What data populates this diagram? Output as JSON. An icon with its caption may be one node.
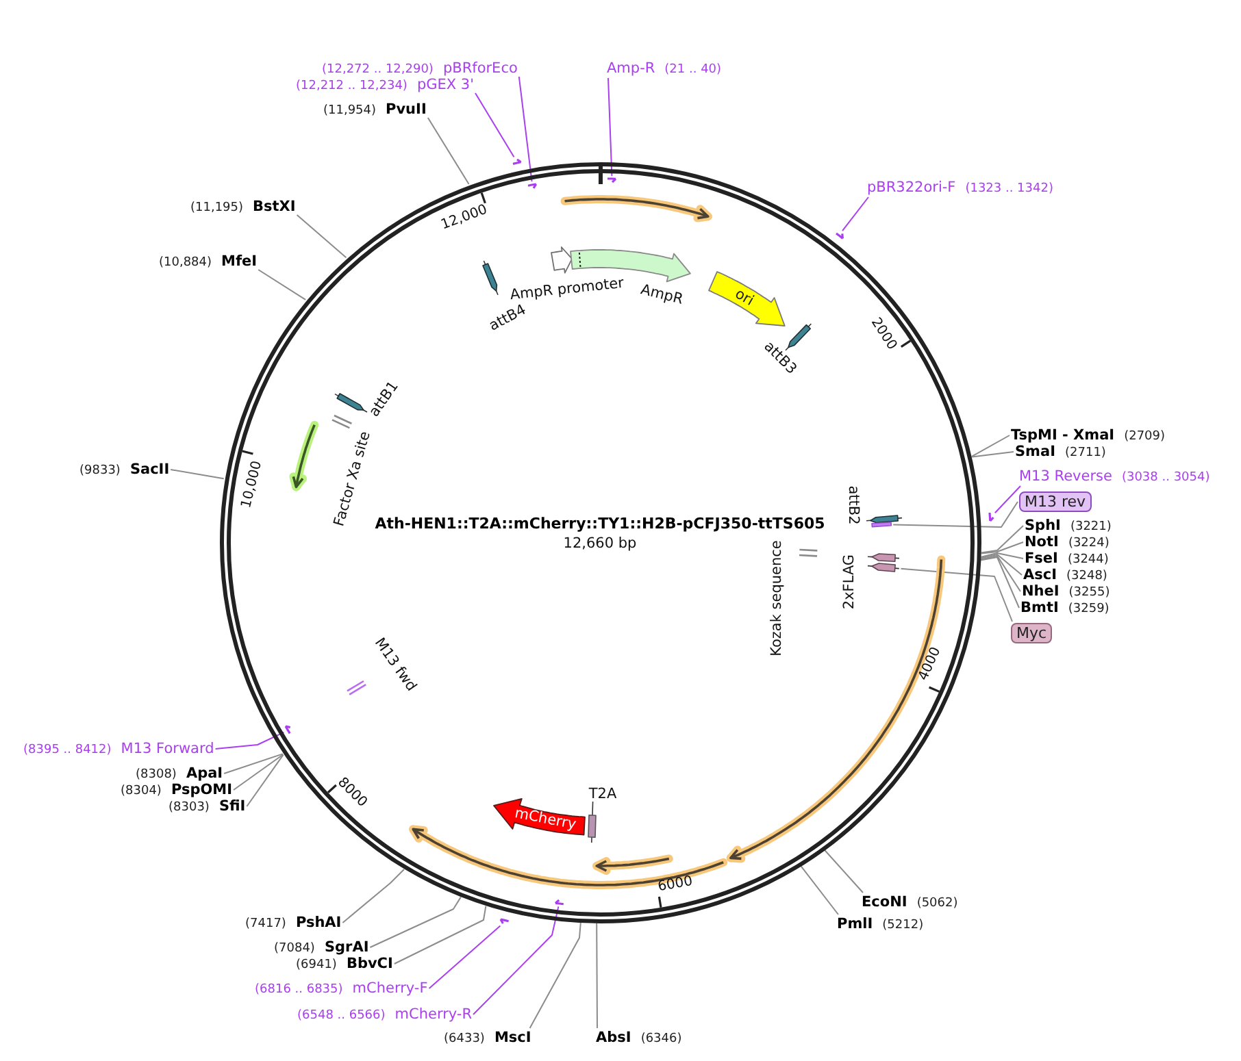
{
  "diagram": {
    "nodes": [
      {
        "text": [
          "Ath-HEN1::T2A::mCherry::TY1::H2B-pCFJ350-ttTS605",
          "12,660 bp"
        ]
      },
      {
        "text": [],
        "shape": "arrow",
        "beside": [
          "AmpR promoter"
        ],
        "in": 0
      },
      {
        "text": [],
        "shape": "arrow",
        "beside": [
          "AmpR"
        ],
        "in": 0
      },
      {
        "text": [],
        "shape": "arrow",
        "beside": [
          "attB4"
        ],
        "in": 0
      },
      {
        "text": [
          "ori"
        ],
        "in": 0
      },
      {
        "text": [],
        "shape": "arrow",
        "beside": [
          "attB3"
        ],
        "in": 0
      },
      {
        "text": [],
        "shape": "arrow",
        "beside": [
          "attB1"
        ],
        "in": 0
      },
      {
        "text": [],
        "shape": "bar",
        "beside": [
          "Factor Xa site"
        ],
        "in": 0
      },
      {
        "text": [],
        "shape": "arrow",
        "beside": [
          "attB2"
        ],
        "in": 0
      },
      {
        "text": [],
        "shape": "bar",
        "in": 0
      },
      {
        "text": [],
        "shape": "bar",
        "beside": [
          "Kozak sequence"
        ],
        "in": 0
      },
      {
        "text": [],
        "shape": "arrow",
        "beside": [
          "2xFLAG"
        ],
        "in": 0
      },
      {
        "text": [],
        "shape": "arrow",
        "in": 0
      },
      {
        "text": [],
        "shape": "bar",
        "beside": [
          "M13 fwd"
        ],
        "in": 0
      },
      {
        "text": [],
        "shape": "box",
        "beside": [
          "T2A"
        ],
        "in": 0
      },
      {
        "text": [
          "mCherry"
        ],
        "in": 0
      },
      {
        "text": [
          "(12,272 .. 12,290)",
          "pBRforEco"
        ]
      },
      {
        "text": [],
        "shape": "arrow",
        "in": 0
      },
      {
        "text": [
          "Amp-R",
          "(21 .. 40)"
        ]
      },
      {
        "text": [],
        "shape": "arrow",
        "in": 0
      },
      {
        "text": [
          "(12,212 .. 12,234)",
          "pGEX 3'"
        ]
      },
      {
        "text": [],
        "shape": "arrow"
      },
      {
        "text": [
          "(11,954)",
          "PvuII"
        ]
      },
      {
        "text": [
          "pBR322ori-F",
          "(1323 .. 1342)"
        ]
      },
      {
        "text": [],
        "shape": "arrow"
      },
      {
        "text": [
          "(11,195)",
          "BstXI"
        ]
      },
      {
        "text": [
          "(10,884)",
          "MfeI"
        ]
      },
      {
        "text": [
          "TspMI - XmaI",
          "(2709)"
        ]
      },
      {
        "text": [
          "SmaI",
          "(2711)"
        ]
      },
      {
        "text": [
          "(9833)",
          "SacII"
        ]
      },
      {
        "text": [
          "M13 Reverse",
          "(3038 .. 3054)"
        ]
      },
      {
        "text": [],
        "shape": "arrow"
      },
      {
        "text": [
          "M13 rev"
        ]
      },
      {
        "text": [
          "SphI",
          "(3221)"
        ]
      },
      {
        "text": [
          "NotI",
          "(3224)"
        ]
      },
      {
        "text": [
          "FseI",
          "(3244)"
        ]
      },
      {
        "text": [
          "AscI",
          "(3248)"
        ]
      },
      {
        "text": [
          "NheI",
          "(3255)"
        ]
      },
      {
        "text": [
          "BmtI",
          "(3259)"
        ]
      },
      {
        "text": [
          "Myc"
        ]
      },
      {
        "text": [
          "(8395 .. 8412)",
          "M13 Forward"
        ]
      },
      {
        "text": [],
        "shape": "arrow",
        "in": 0
      },
      {
        "text": [
          "(8308)",
          "ApaI"
        ]
      },
      {
        "text": [
          "(8304)",
          "PspOMI"
        ]
      },
      {
        "text": [
          "(8303)",
          "SfiI"
        ]
      },
      {
        "text": [
          "EcoNI",
          "(5062)"
        ]
      },
      {
        "text": [
          "(7417)",
          "PshAI"
        ]
      },
      {
        "text": [
          "PmlI",
          "(5212)"
        ]
      },
      {
        "text": [
          "(7084)",
          "SgrAI"
        ]
      },
      {
        "text": [
          "(6941)",
          "BbvCI"
        ]
      },
      {
        "text": [
          "(6816 .. 6835)",
          "mCherry-F"
        ]
      },
      {
        "text": [],
        "shape": "arrow"
      },
      {
        "text": [
          "(6548 .. 6566)",
          "mCherry-R"
        ]
      },
      {
        "text": [],
        "shape": "arrow",
        "in": 0
      },
      {
        "text": [
          "(6433)",
          "MscI"
        ]
      },
      {
        "text": [
          "AbsI",
          "(6346)"
        ]
      }
    ],
    "edges": [
      {
        "from": 16,
        "to": 17,
        "arrow": "none",
        "color": "#a93ff0"
      },
      {
        "from": 18,
        "to": 19,
        "arrow": "none",
        "color": "#a93ff0"
      },
      {
        "from": 20,
        "to": 21,
        "arrow": "none",
        "color": "#a93ff0"
      },
      {
        "from": 22,
        "to": 0,
        "arrow": "none"
      },
      {
        "from": 23,
        "to": 24,
        "arrow": "none",
        "color": "#a93ff0"
      },
      {
        "from": 25,
        "to": 0,
        "arrow": "none"
      },
      {
        "from": 26,
        "to": 0,
        "arrow": "none"
      },
      {
        "from": 27,
        "to": 0,
        "arrow": "none"
      },
      {
        "from": 28,
        "to": 0,
        "arrow": "none"
      },
      {
        "from": 29,
        "to": 0,
        "arrow": "none"
      },
      {
        "from": 30,
        "to": 31,
        "arrow": "none",
        "color": "#a93ff0"
      },
      {
        "from": 32,
        "to": 9,
        "arrow": "none"
      },
      {
        "from": 33,
        "to": 0,
        "arrow": "none"
      },
      {
        "from": 34,
        "to": 0,
        "arrow": "none"
      },
      {
        "from": 35,
        "to": 0,
        "arrow": "none"
      },
      {
        "from": 36,
        "to": 0,
        "arrow": "none"
      },
      {
        "from": 37,
        "to": 0,
        "arrow": "none"
      },
      {
        "from": 38,
        "to": 0,
        "arrow": "none"
      },
      {
        "from": 39,
        "to": 12,
        "arrow": "none"
      },
      {
        "from": 40,
        "to": 41,
        "arrow": "none",
        "color": "#a93ff0"
      },
      {
        "from": 42,
        "to": 0,
        "arrow": "none"
      },
      {
        "from": 43,
        "to": 0,
        "arrow": "none"
      },
      {
        "from": 44,
        "to": 0,
        "arrow": "none"
      },
      {
        "from": 45,
        "to": 0,
        "arrow": "none"
      },
      {
        "from": 46,
        "to": 0,
        "arrow": "none"
      },
      {
        "from": 47,
        "to": 0,
        "arrow": "none"
      },
      {
        "from": 48,
        "to": 0,
        "arrow": "none"
      },
      {
        "from": 49,
        "to": 0,
        "arrow": "none"
      },
      {
        "from": 50,
        "to": 51,
        "arrow": "none",
        "color": "#a93ff0"
      },
      {
        "from": 52,
        "to": 53,
        "arrow": "none",
        "color": "#a93ff0"
      },
      {
        "from": 54,
        "to": 0,
        "arrow": "none"
      },
      {
        "from": 55,
        "to": 0,
        "arrow": "none"
      }
    ],
    "labels": [
      "12,000",
      "2000",
      "10,000",
      "4000",
      "8000",
      "6000"
    ]
  }
}
